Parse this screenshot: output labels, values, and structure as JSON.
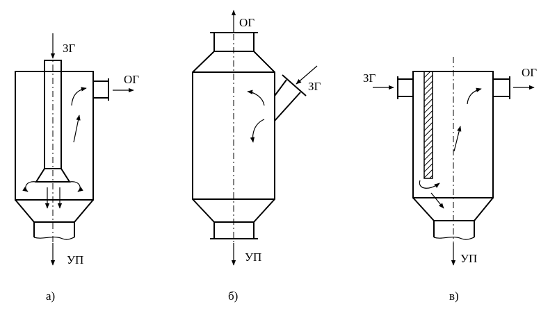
{
  "labels": {
    "inlet_gas": "ЗГ",
    "outlet_gas": "ОГ",
    "dust_outlet": "УП"
  },
  "captions": {
    "a": "а)",
    "b": "б)",
    "c": "в)"
  }
}
